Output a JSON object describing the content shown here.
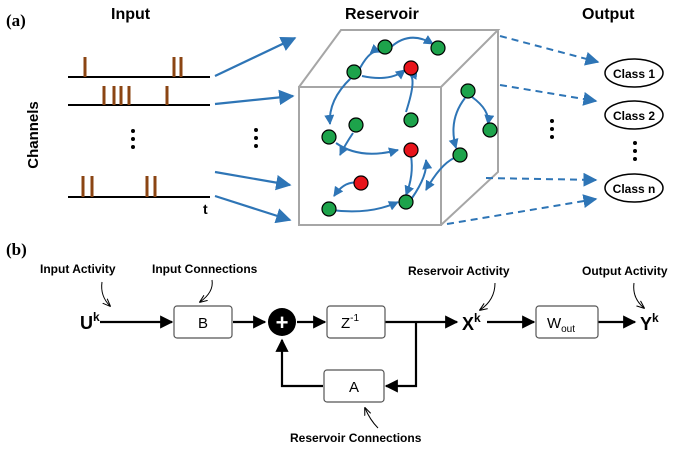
{
  "panel_a": {
    "label": "(a)",
    "input_title": "Input",
    "reservoir_title": "Reservoir",
    "output_title": "Output",
    "channels_label": "Channels",
    "time_label": "t",
    "ellipsis": "•\n•\n•",
    "classes": [
      "Class 1",
      "Class 2",
      "Class n"
    ],
    "colors": {
      "spike": "#8B4513",
      "arrow": "#2E75B6",
      "node_excitatory": "#1DA34B",
      "node_inhibitory": "#E8141B",
      "cube_edge": "#A6A6A6"
    }
  },
  "panel_b": {
    "label": "(b)",
    "input_activity": "Input Activity",
    "input_connections": "Input Connections",
    "reservoir_activity": "Reservoir Activity",
    "output_activity": "Output Activity",
    "reservoir_connections": "Reservoir Connections",
    "u_symbol": "U",
    "x_symbol": "X",
    "y_symbol": "Y",
    "superscript_k": "k",
    "box_b": "B",
    "box_z": "Z",
    "box_z_sup": "-1",
    "box_a": "A",
    "box_w": "W",
    "box_w_sub": "out",
    "sum_symbol": "+"
  }
}
